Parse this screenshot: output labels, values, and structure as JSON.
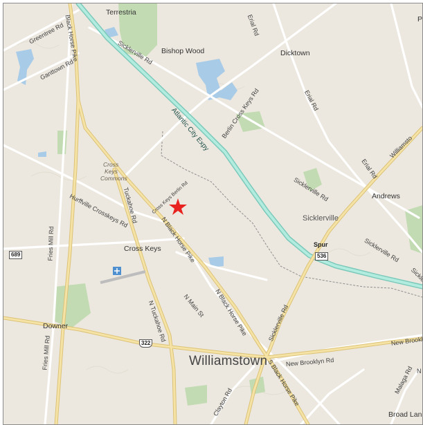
{
  "places": {
    "terrestria": "Terrestria",
    "bishop_wood": "Bishop Wood",
    "dicktown": "Dicktown",
    "andrews": "Andrews",
    "sicklerville": "Sicklerville",
    "cross_keys": "Cross Keys",
    "cross_keys_commons": [
      "Cross",
      "Keys",
      "Commons"
    ],
    "downer": "Downer",
    "williamstown": "Williamstown",
    "broad_lane": "Broad Lane",
    "edge_p": "P"
  },
  "roads": {
    "black_horse_pike": "Black Horse Pike",
    "greentree": "Greentree Rd",
    "ganttown": "Ganttown Rd",
    "sicklerville_top": "Sicklerville Rd",
    "erial_top": "Erial Rd",
    "erial_mid": "Erial Rd",
    "erial_right": "Erial Rd",
    "berlin_cross_keys": "Berlin Cross Keys Rd",
    "atlantic_city_expy": "Atlantic City Expy",
    "williamstown_right": "Williamsto",
    "sicklerville_mid": "Sicklerville Rd",
    "sicklerville_right": "Sicklerville Rd",
    "sickle_edge": "Sickle",
    "cross_keys_berlin": "Cross Keys Berlin Rd",
    "hurffville_crosskeys": "Hurffville Crosskeys Rd",
    "tuckahoe_top": "Tuckahoe Rd",
    "n_black_horse_pike": "N Black Horse Pike",
    "n_black_horse_pike_2": "N Black Horse Pike",
    "fries_mill_top": "Fries Mill Rd",
    "fries_mill_bottom": "Fries Mill Rd",
    "n_main_st": "N Main St",
    "n_tuckahoe": "N Tuckahoe Rd",
    "sicklerville_bottom": "Sicklerville Rd",
    "new_brooklyn": "New Brooklyn Rd",
    "new_brookl_edge": "New Brookl",
    "s_black_horse_pike": "S Black Horse Pike",
    "clayton": "Clayton Rd",
    "malaga": "Malaga Rd",
    "edge_n": "N"
  },
  "shields": {
    "route_689": "689",
    "route_322": "322",
    "route_536": "536",
    "spur": "Spur"
  },
  "colors": {
    "background": "#ece8df",
    "water": "#a8cbe8",
    "forest": "#c2dbb3",
    "major_road": "#f3dc9a",
    "minor_road": "#ffffff",
    "expressway": "#93ddcf",
    "marker": "#e8231f"
  },
  "icons": {
    "marker": "red-star-icon",
    "airport": "airport-icon"
  }
}
